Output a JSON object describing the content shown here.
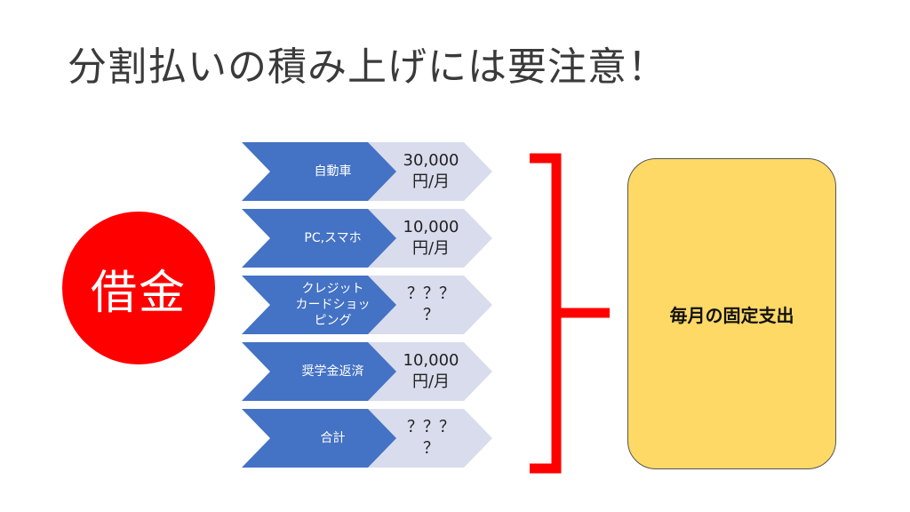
{
  "slide": {
    "title": "分割払いの積み上げには要注意！",
    "circle_label": "借金",
    "box_label": "毎月の固定支出"
  },
  "items": [
    {
      "label": "自動車",
      "value": "30,000\n円/月"
    },
    {
      "label": "PC,スマホ",
      "value": "10,000\n円/月"
    },
    {
      "label": "クレジット\nカードショッ\nピング",
      "value": "？？？\n？"
    },
    {
      "label": "奨学金返済",
      "value": "10,000\n円/月"
    },
    {
      "label": "合計",
      "value": "？？？\n？"
    }
  ],
  "colors": {
    "chevron_blue": "#4472c4",
    "chevron_light": "#d9dcec",
    "circle_red": "#ff0000",
    "brace_red": "#ff0000",
    "box_yellow": "#ffd966"
  }
}
